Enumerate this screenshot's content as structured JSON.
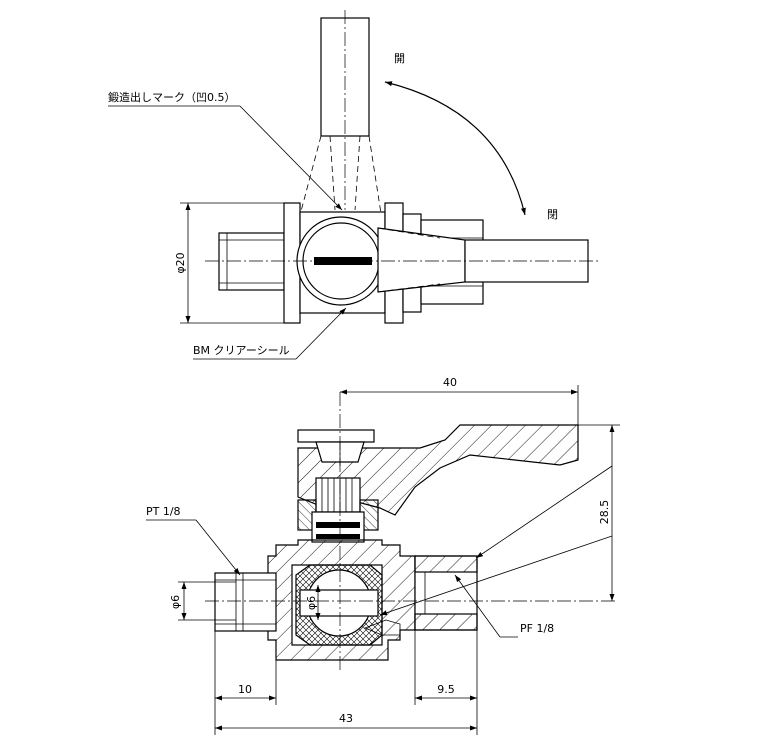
{
  "top_view": {
    "dimension_diameter": "φ20",
    "callout_forging_mark": "鍛造出しマーク（凹0.5）",
    "callout_seal": "BM クリアーシール",
    "rotation_label_top": "開",
    "rotation_label_side": "閉"
  },
  "section_view": {
    "dim_handle_length": "40",
    "dim_height": "28.5",
    "dim_bore": "φ6",
    "dim_bore_inner": "φ6",
    "dim_left_length": "10",
    "dim_right_length": "9.5",
    "dim_overall_length": "43",
    "callout_inlet_thread": "PT 1/8",
    "callout_outlet_thread": "PF 1/8"
  }
}
